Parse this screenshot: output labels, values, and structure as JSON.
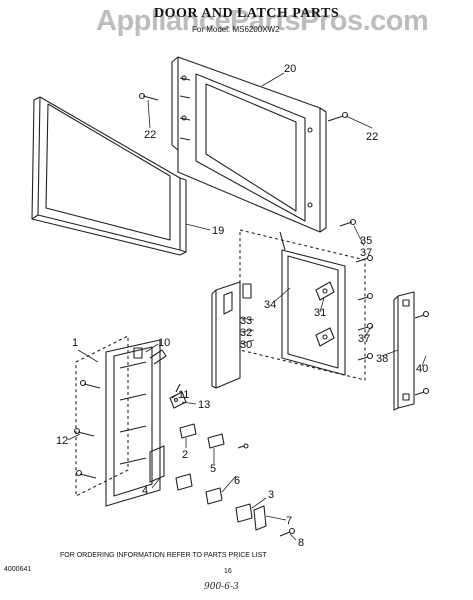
{
  "watermark": "AppliancePartsPros.com",
  "header": {
    "title": "DOOR AND LATCH PARTS",
    "subtitle": "For Model: MS6200XW2"
  },
  "callouts": [
    "1",
    "2",
    "3",
    "4",
    "5",
    "6",
    "7",
    "8",
    "10",
    "11",
    "12",
    "13",
    "19",
    "20",
    "22",
    "22",
    "30",
    "31",
    "32",
    "33",
    "34",
    "35",
    "37",
    "37",
    "38",
    "40"
  ],
  "footer": {
    "note": "FOR ORDERING INFORMATION REFER TO PARTS PRICE LIST",
    "page_number": "16",
    "doc_code": "4000641",
    "handwritten": "900-6-3"
  }
}
